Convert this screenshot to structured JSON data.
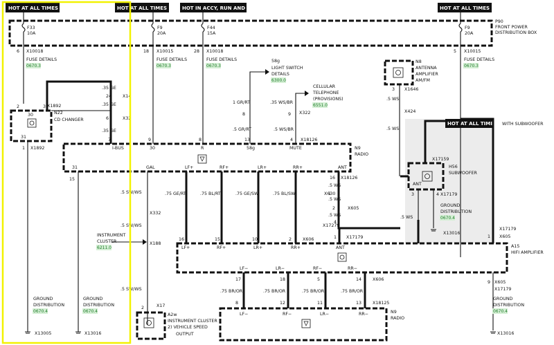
{
  "headers": {
    "hot_all_1": "HOT AT ALL TIMES",
    "hot_all_2": "HOT AT ALL TIMES",
    "hot_accy": "HOT IN ACCY, RUN AND START",
    "hot_all_3": "HOT AT ALL TIMES",
    "hot_all_4": "HOT AT ALL TIMES"
  },
  "power_box": {
    "code": "P90",
    "line1": "FRONT POWER",
    "line2": "DISTRIBUTION BOX"
  },
  "fuses": [
    {
      "id": "F33",
      "amps": "10A",
      "pin": "6",
      "conn": "X10018",
      "details": "FUSE DETAILS",
      "ref": "0670.3"
    },
    {
      "id": "F9",
      "amps": "20A",
      "pin": "18",
      "conn": "X10015",
      "details": "FUSE DETAILS",
      "ref": "0670.3"
    },
    {
      "id": "F44",
      "amps": "15A",
      "pin": "28",
      "conn": "X10018",
      "details": "FUSE DETAILS",
      "ref": "0670.3"
    },
    {
      "id": "F9",
      "amps": "20A",
      "pin": "5",
      "conn": "X10015",
      "details": "FUSE DETAILS",
      "ref": "0670.3"
    }
  ],
  "cd_changer": {
    "code": "N22",
    "name": "CD CHANGER",
    "pin30": "30",
    "pin31": "31",
    "pin2": "2",
    "pin3": "3",
    "pin1": "1",
    "conn_top": "X1892",
    "conn_bot": "X1892"
  },
  "light_switch": {
    "code": "58g",
    "line1": "LIGHT SWITCH",
    "line2": "DETAILS",
    "ref": "6300.0"
  },
  "cellular": {
    "line1": "CELLULAR",
    "line2": "TELEPHONE",
    "line3": "(PROVISIONS)",
    "ref": "6551.0"
  },
  "antenna": {
    "code": "N8",
    "line1": "ANTENNA",
    "line2": "AMPLIFIER",
    "line3": "AM/FM",
    "pin": "3",
    "conn": "X1646"
  },
  "radio": {
    "code": "N9",
    "name": "RADIO",
    "conn": "X18126",
    "top_pins": [
      {
        "num": "7",
        "label": "I-BUS"
      },
      {
        "num": "9",
        "label": "30"
      },
      {
        "num": "8",
        "label": "R"
      },
      {
        "num": "13",
        "label": "58g"
      },
      {
        "num": "4",
        "label": "MUTE"
      }
    ],
    "bottom_labels": [
      "31",
      "GAL",
      "LF+",
      "RF+",
      "LR+",
      "RR+",
      "ANT"
    ]
  },
  "wires": {
    "cd_ibus_a": ".35 GE",
    "cd_ibus_b": ".35 GE",
    "cd_ibus_c": ".35 GE",
    "cd_ibus_d": ".35 GE",
    "x14": "X14",
    "x32": "X32",
    "pin24": "24",
    "pin6": "6",
    "gr_rt_1": "1 GR/RT",
    "gr_rt_2": ".5 GR/RT",
    "ws_br_1": ".35 WS/BR",
    "ws_br_2": ".5 WS/BR",
    "pin8": "8",
    "pin9": "9",
    "x322": "X322",
    "sw_ws_1": ".5 SW/WS",
    "sw_ws_2": ".5 SW/WS",
    "sw_ws_3": ".5 SW/WS",
    "ge_rt": ".75 GE/RT",
    "bl_rt": ".75 BL/RT",
    "ge_sw": ".75 GE/SW",
    "bl_sw": ".75 BL/SW",
    "ws_1": ".5 WS",
    "ws_2": ".5 WS",
    "ws_3": ".5 WS",
    "ws_4": ".5 WS",
    "ws_5": ".5 WS",
    "ws_6": ".5 WS",
    "ws_7": ".5 WS",
    "x424": "X424",
    "br_or_1": ".75 BR/OR",
    "br_or_2": ".75 BR/OR",
    "br_or_3": ".75 BR/OR",
    "br_or_4": ".75 BR/OR"
  },
  "connectors": {
    "x332": "X332",
    "x188": "X188",
    "x17": "X17",
    "x605a": "X605",
    "x605b": "X605",
    "x605c": "X605",
    "x605d": "X605",
    "x606a": "X606",
    "x606b": "X606",
    "x630": "X630",
    "x17279": "X17279",
    "x17179a": "X17179",
    "x17179b": "X17179",
    "x17179c": "X17179",
    "x18126b": "X18126",
    "x18126c": "X18125",
    "x13016": "X13016"
  },
  "pins": {
    "p1": "1",
    "p15": "15",
    "p16": "16",
    "p2a": "2",
    "p2b": "2",
    "p15b": "15",
    "p10": "10",
    "p16b": "16",
    "p12": "12",
    "p3": "3",
    "p4": "4",
    "p1b": "1",
    "p17": "17",
    "p18": "18",
    "p5": "5",
    "p14": "14",
    "p13": "13",
    "p8": "8",
    "p11": "11",
    "p1c": "1",
    "p9": "9",
    "p2c": "2",
    "p1d": "1"
  },
  "instrument_cluster": {
    "line1": "INSTRUMENT",
    "line2": "CLUSTER",
    "ref": "6211.0"
  },
  "subwoofer": {
    "code": "H56",
    "name": "SUBWOOFER",
    "with": "WITH SUBWOOFER",
    "conn": "X17159",
    "ant": "ANT"
  },
  "ground_sub": {
    "line1": "GROUND",
    "line2": "DISTRIBUTION",
    "ref": "0670.4",
    "conn": "X13016"
  },
  "amplifier": {
    "code": "A15",
    "name": "HIFI AMPLIFIER",
    "top_labels": [
      "LF+",
      "RF+",
      "LR+",
      "RR+",
      "ANT"
    ],
    "bottom_labels": [
      "LF−",
      "LR−",
      "RF−",
      "RR−"
    ]
  },
  "radio_bottom": {
    "code": "N9",
    "name": "RADIO",
    "labels": [
      "LF−",
      "RF−",
      "LR−",
      "RR−"
    ]
  },
  "cluster_bottom": {
    "code": "A2w",
    "line1": "INSTRUMENT CLUSTER",
    "line2": "2)   VEHICLE SPEED",
    "line3": "OUTPUT"
  },
  "grounds": [
    {
      "line1": "GROUND",
      "line2": "DISTRIBUTION",
      "ref": "0670.4",
      "conn": "X13005"
    },
    {
      "line1": "GROUND",
      "line2": "DISTRIBUTION",
      "ref": "0670.4",
      "conn": "X13016"
    },
    {
      "line1": "GROUND",
      "line2": "DISTRIBUTION",
      "ref": "0670.4",
      "conn": "X13016"
    }
  ],
  "colors": {
    "highlight": "#f2f200",
    "ref_green": "#1d7a28",
    "shade": "#ececec"
  }
}
